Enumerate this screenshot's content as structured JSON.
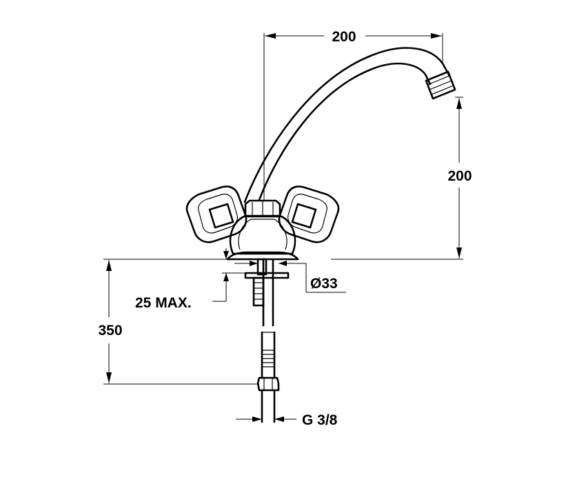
{
  "dimensions": {
    "spout_reach": "200",
    "spout_height": "200",
    "total_length": "350",
    "thread": "G 3/8",
    "max_thickness": "25 MAX.",
    "hole_diameter": "Ø33"
  }
}
